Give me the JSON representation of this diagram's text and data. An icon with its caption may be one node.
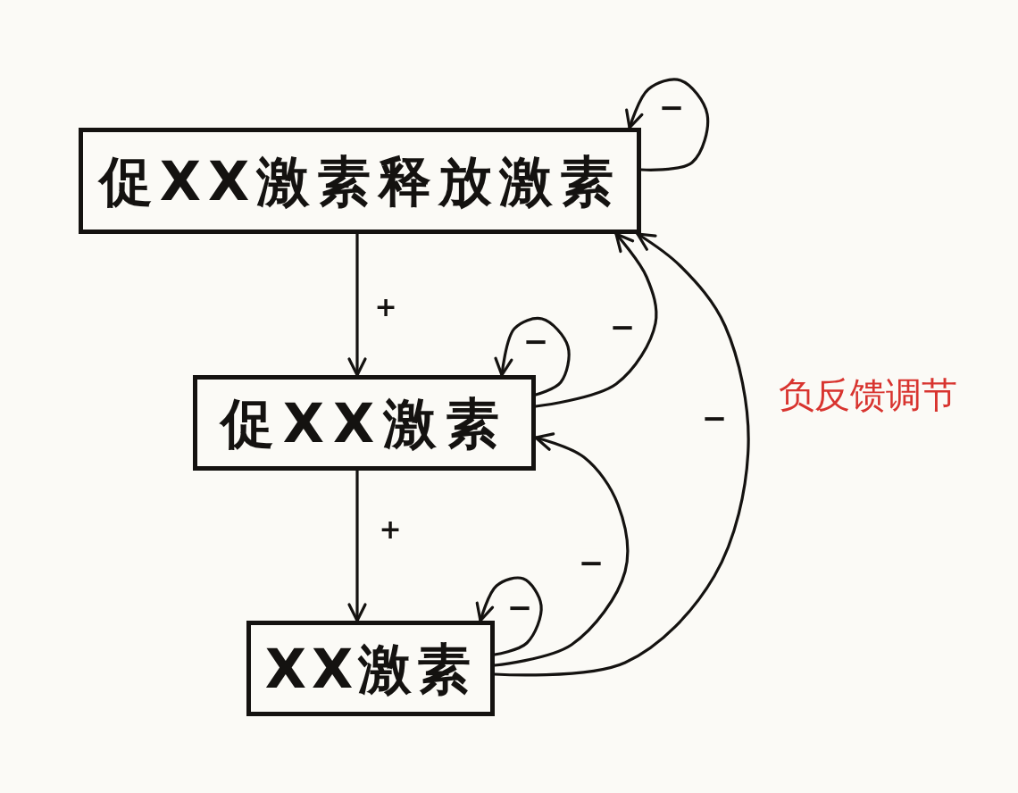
{
  "diagram": {
    "nodes": [
      {
        "text": [
          "促XX激素释放激素"
        ]
      },
      {
        "text": [
          "促XX激素"
        ]
      },
      {
        "text": [
          "XX激素"
        ]
      }
    ],
    "edges": [
      {
        "from": 0,
        "to": 1,
        "arrow": "to",
        "label": "+"
      },
      {
        "from": 1,
        "to": 2,
        "arrow": "to",
        "label": "+"
      },
      {
        "from": 0,
        "to": 0,
        "arrow": "to",
        "label": "−"
      },
      {
        "from": 1,
        "to": 1,
        "arrow": "to",
        "label": "−"
      },
      {
        "from": 2,
        "to": 2,
        "arrow": "to",
        "label": "−"
      },
      {
        "from": 1,
        "to": 0,
        "arrow": "to",
        "label": "−"
      },
      {
        "from": 2,
        "to": 0,
        "arrow": "to",
        "label": "−"
      },
      {
        "from": 2,
        "to": 1,
        "arrow": "to",
        "label": "−"
      }
    ],
    "labels": [
      "负反馈调节"
    ]
  }
}
